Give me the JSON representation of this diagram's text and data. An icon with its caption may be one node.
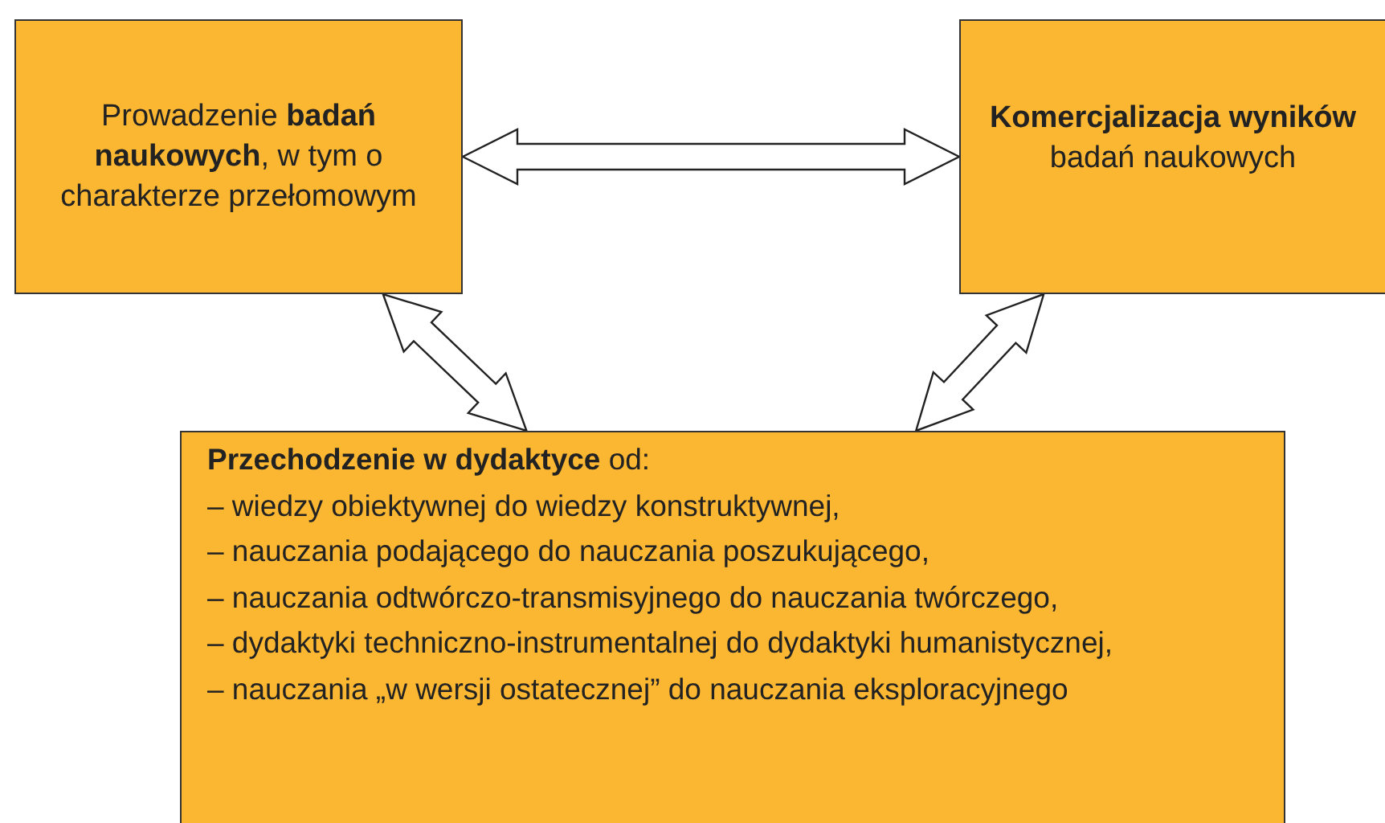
{
  "diagram": {
    "nodes": [
      {
        "text": [
          "Prowadzenie **badań naukowych**, w tym o charakterze przełomowym"
        ]
      },
      {
        "text": [
          "**Komercjalizacja wyników** badań naukowych"
        ]
      },
      {
        "text": [
          "**Przechodzenie w dydaktyce** od:",
          "– wiedzy obiektywnej do wiedzy konstruktywnej,",
          "– nauczania podającego do nauczania poszukującego,",
          "– nauczania odtwórczo-transmisyjnego do nauczania twórczego,",
          "– dydaktyki techniczno-instrumentalnej do dydaktyki humanistycznej,",
          "– nauczania „w wersji ostatecznej” do nauczania eksploracyjnego"
        ]
      }
    ],
    "edges": [
      {
        "from": 0,
        "to": 1,
        "arrow": "both"
      },
      {
        "from": 0,
        "to": 2,
        "arrow": "both"
      },
      {
        "from": 1,
        "to": 2,
        "arrow": "both"
      }
    ]
  }
}
